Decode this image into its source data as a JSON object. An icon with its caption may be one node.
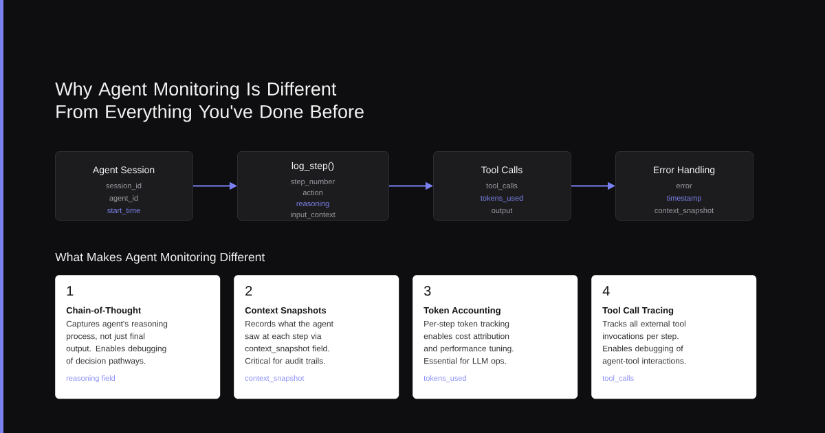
{
  "diagram": {
    "title": "Why Agent Monitoring Is Different From Everything You've Done Before",
    "nodes": [
      {
        "text": [
          "Agent Session",
          "session_id",
          "agent_id",
          "start_time"
        ]
      },
      {
        "text": [
          "log_step()",
          "step_number",
          "action",
          "reasoning",
          "input_context"
        ]
      },
      {
        "text": [
          "Tool Calls",
          "tool_calls",
          "tokens_used",
          "output"
        ]
      },
      {
        "text": [
          "Error Handling",
          "error",
          "timestamp",
          "context_snapshot"
        ]
      },
      {
        "text": [
          "1",
          "Chain-of-Thought",
          "Captures agent's reasoning process, not just final output. Enables debugging of decision pathways.",
          "reasoning field"
        ]
      },
      {
        "text": [
          "2",
          "Context Snapshots",
          "Records what the agent saw at each step via context_snapshot field. Critical for audit trails.",
          "context_snapshot"
        ]
      },
      {
        "text": [
          "3",
          "Token Accounting",
          "Per-step token tracking enables cost attribution and performance tuning. Essential for LLM ops.",
          "tokens_used"
        ]
      },
      {
        "text": [
          "4",
          "Tool Call Tracing",
          "Tracks all external tool invocations per step. Enables debugging of agent-tool interactions.",
          "tool_calls"
        ]
      }
    ],
    "edges": [
      {
        "from": 0,
        "to": 1,
        "arrow": "to"
      },
      {
        "from": 1,
        "to": 2,
        "arrow": "to"
      },
      {
        "from": 2,
        "to": 3,
        "arrow": "to"
      }
    ],
    "labels": [
      "What Makes Agent Monitoring Different"
    ]
  }
}
